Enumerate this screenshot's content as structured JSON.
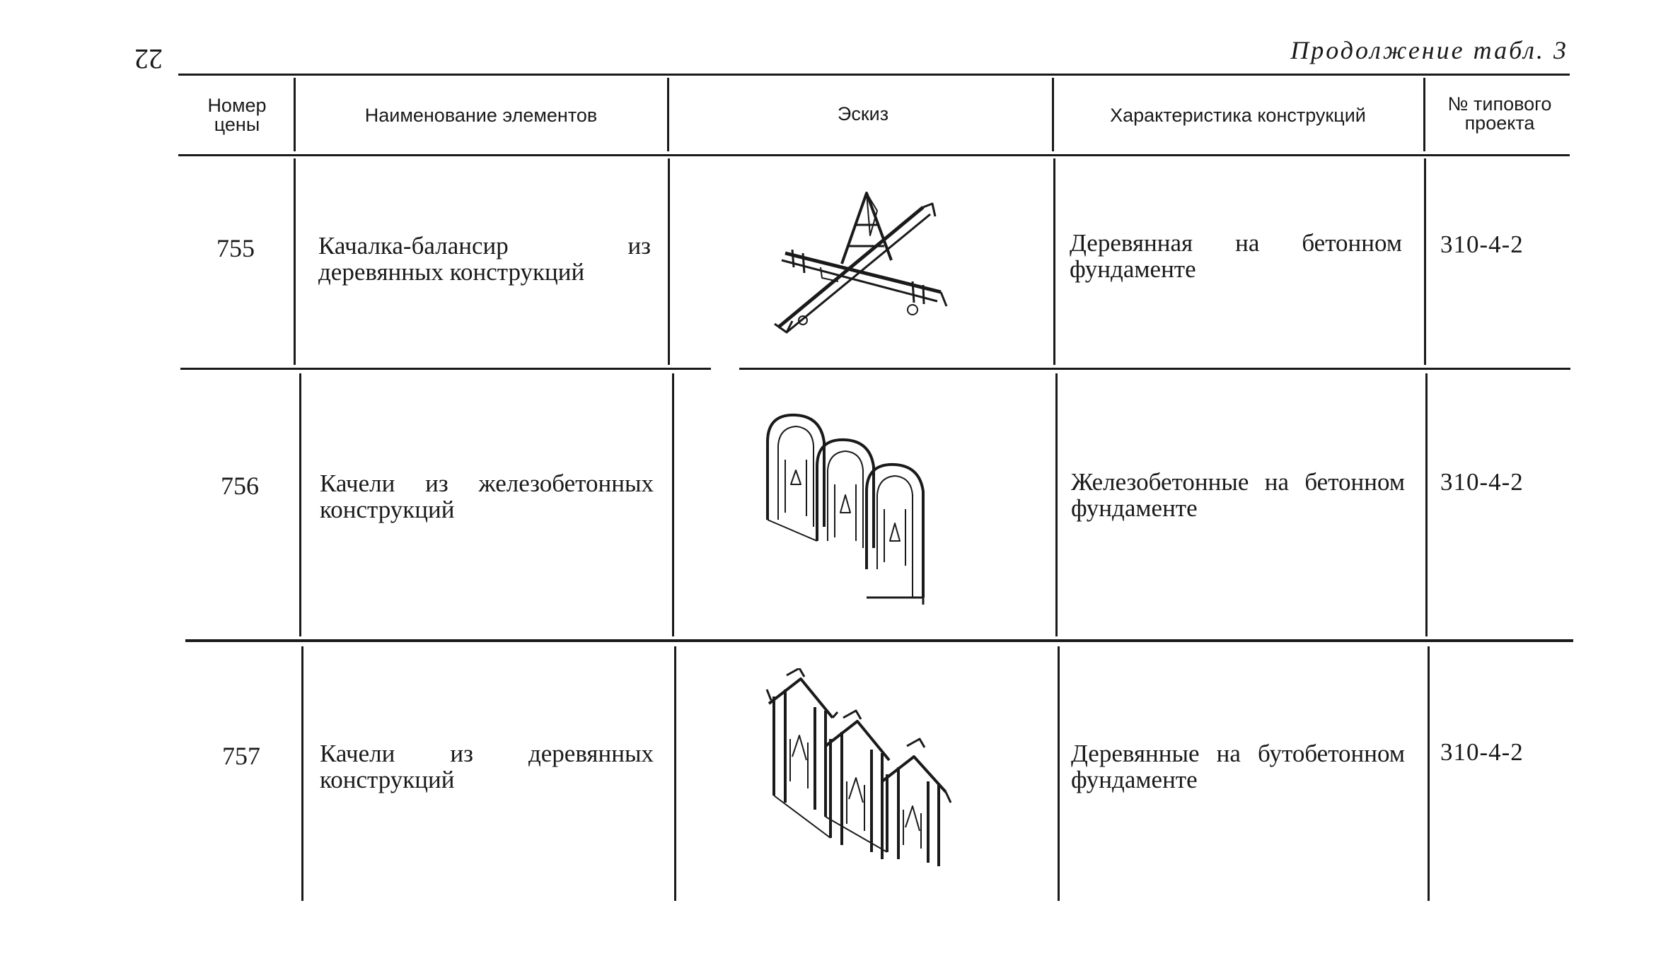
{
  "page": {
    "page_number": "22",
    "continuation": "Продолжение табл. 3"
  },
  "table": {
    "headers": {
      "number": "Номер цены",
      "name": "Наименование элементов",
      "sketch": "Эскиз",
      "characteristic": "Характеристика конструкций",
      "project": "№ типового проекта"
    },
    "rows": [
      {
        "number": "755",
        "name": "Качалка-балансир из деревянных конструкций",
        "sketch_icon": "seesaw-sketch-icon",
        "characteristic": "Деревянная на бетонном фундаменте",
        "project": "310-4-2"
      },
      {
        "number": "756",
        "name": "Качели из железобетонных конструкций",
        "sketch_icon": "concrete-swings-sketch-icon",
        "characteristic": "Железобетонные на бетонном фундаменте",
        "project": "310-4-2"
      },
      {
        "number": "757",
        "name": "Качели из деревянных конструкций",
        "sketch_icon": "wooden-swings-sketch-icon",
        "characteristic": "Деревянные на бутобетонном фундаменте",
        "project": "310-4-2"
      }
    ]
  }
}
